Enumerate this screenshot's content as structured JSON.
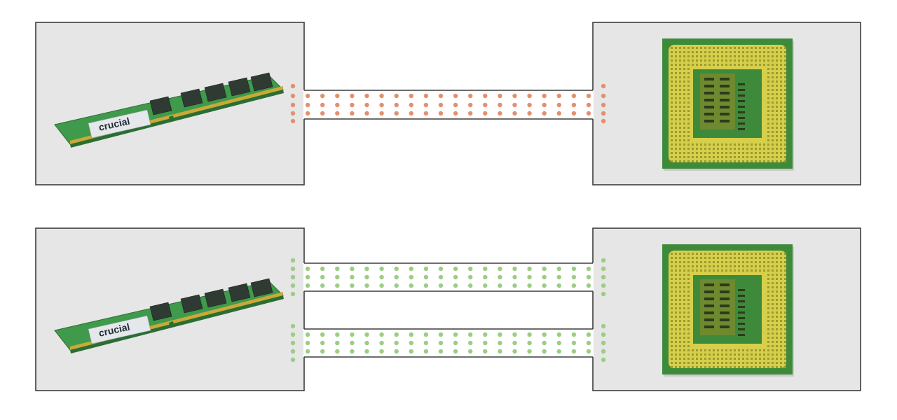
{
  "diagram": {
    "colors": {
      "background": "#ffffff",
      "box_fill": "#e6e6e6",
      "outline": "#3d3d3d",
      "single_channel_dot": "#e58f6e",
      "dual_channel_dot": "#9ccd84",
      "ram_pcb": "#3f9a4b",
      "ram_pcb_dark": "#2a6e33",
      "ram_chip": "#2f3b32",
      "ram_contacts": "#c9a938",
      "ram_label_bg": "#e4e8ea",
      "ram_label_text": "#1f2a36",
      "cpu_substrate": "#3e8a3b",
      "cpu_pins": "#d6cf4c",
      "cpu_die": "#6e8a2e"
    },
    "panels": [
      {
        "mode": "single-channel",
        "channels": 1,
        "dot_color_key": "single_channel_dot",
        "memory_module": {
          "icon": "ram-module-icon",
          "brand": "crucial"
        },
        "processor": {
          "icon": "cpu-chip-icon"
        }
      },
      {
        "mode": "dual-channel",
        "channels": 2,
        "dot_color_key": "dual_channel_dot",
        "memory_module": {
          "icon": "ram-module-icon",
          "brand": "crucial"
        },
        "processor": {
          "icon": "cpu-chip-icon"
        }
      }
    ]
  }
}
